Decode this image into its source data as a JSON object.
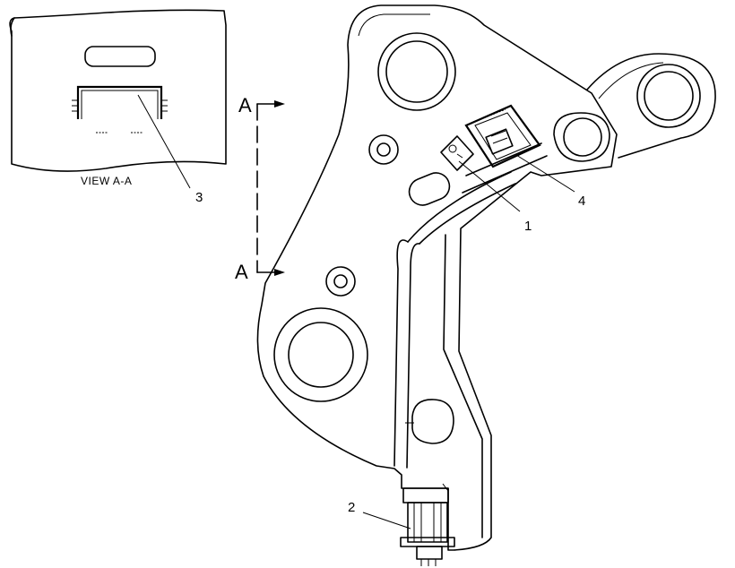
{
  "view_title": "VIEW A-A",
  "section_letter_top": "A",
  "section_letter_bottom": "A",
  "callouts": {
    "c1": "1",
    "c2": "2",
    "c3": "3",
    "c4": "4"
  }
}
